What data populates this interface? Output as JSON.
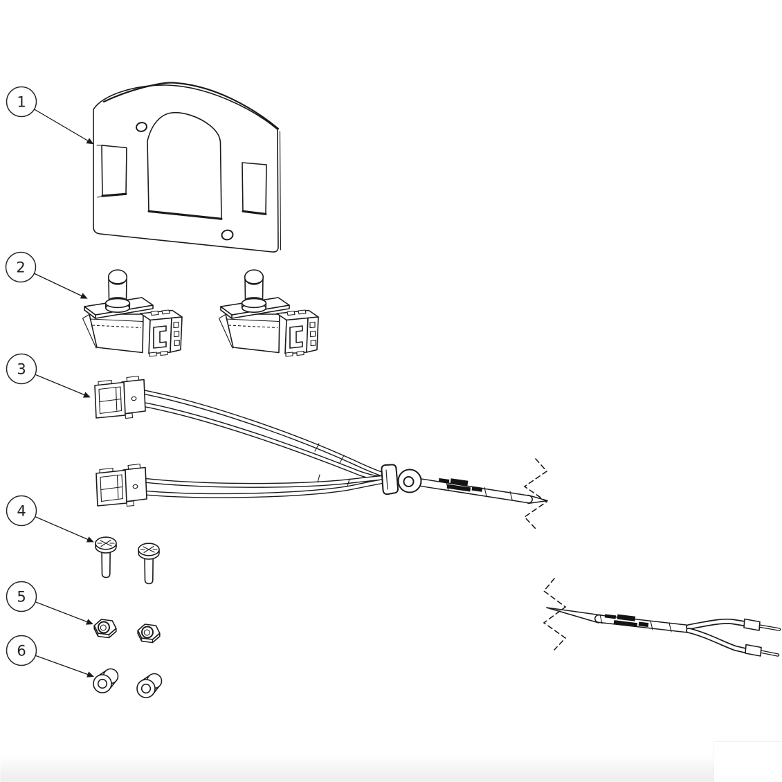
{
  "diagram": {
    "figure_type": "exploded-parts-diagram",
    "background_color": "#ffffff",
    "line_color": "#1a1a1a",
    "callouts": [
      {
        "number": "1",
        "part": "faceplate-bracket",
        "qty_shown": 1
      },
      {
        "number": "2",
        "part": "plunger-switch",
        "qty_shown": 2
      },
      {
        "number": "3",
        "part": "switch-wiring-harness",
        "qty_shown": 1
      },
      {
        "number": "4",
        "part": "pan-head-screw",
        "qty_shown": 2
      },
      {
        "number": "5",
        "part": "hex-nut",
        "qty_shown": 2
      },
      {
        "number": "6",
        "part": "spacer-bushing",
        "qty_shown": 2
      }
    ]
  }
}
